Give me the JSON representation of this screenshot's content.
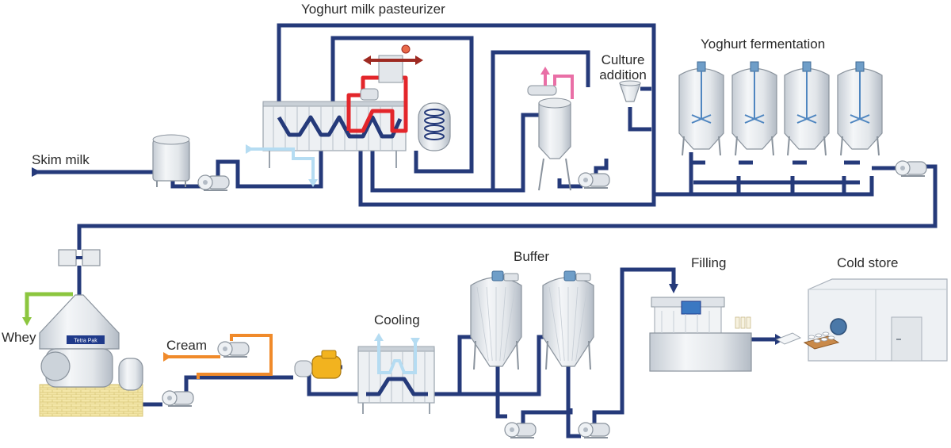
{
  "labels": {
    "pasteurizer": "Yoghurt milk pasteurizer",
    "fermentation": "Yoghurt fermentation",
    "culture_line1": "Culture",
    "culture_line2": "addition",
    "skim_milk": "Skim milk",
    "whey": "Whey",
    "cream": "Cream",
    "cooling": "Cooling",
    "buffer": "Buffer",
    "filling": "Filling",
    "cold_store": "Cold store",
    "separator_brand": "Tetra Pak"
  },
  "colors": {
    "product_line": "#253a7a",
    "heating_line": "#e3262b",
    "cooling_water": "#b5dcf2",
    "steam_line": "#e96fa6",
    "cream_line": "#f08a2a",
    "whey_line": "#8cc63f",
    "hot_water": "#9e2a22",
    "steel": "#dfe3e8",
    "steel_dark": "#a9b1bb",
    "motor": "#6f9ec8",
    "brick": "#f3e6a7",
    "pump_yellow": "#f2b31f"
  }
}
